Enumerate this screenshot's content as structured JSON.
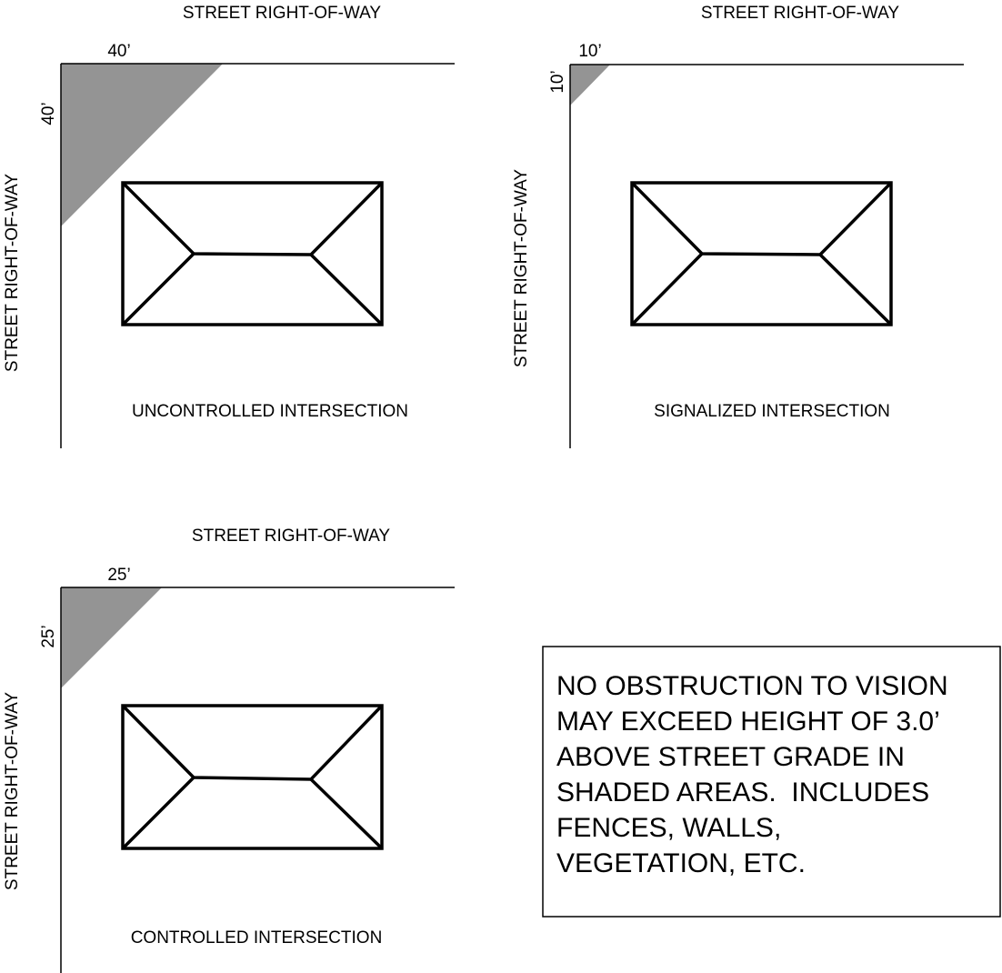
{
  "colors": {
    "shade": "#949494",
    "line": "#000000"
  },
  "panels": [
    {
      "street_top": "STREET RIGHT-OF-WAY",
      "street_side": "STREET RIGHT-OF-WAY",
      "dim_top": "40’",
      "dim_side": "40’",
      "caption": "UNCONTROLLED INTERSECTION",
      "sight_triangle_ft": 40
    },
    {
      "street_top": "STREET RIGHT-OF-WAY",
      "street_side": "STREET RIGHT-OF-WAY",
      "dim_top": "10’",
      "dim_side": "10’",
      "caption": "SIGNALIZED INTERSECTION",
      "sight_triangle_ft": 10
    },
    {
      "street_top": "STREET RIGHT-OF-WAY",
      "street_side": "STREET RIGHT-OF-WAY",
      "dim_top": "25’",
      "dim_side": "25’",
      "caption": "CONTROLLED INTERSECTION",
      "sight_triangle_ft": 25
    }
  ],
  "note": {
    "lines": [
      "NO OBSTRUCTION TO VISION",
      "MAY EXCEED HEIGHT OF 3.0’",
      "ABOVE STREET GRADE IN",
      "SHADED AREAS.  INCLUDES",
      "FENCES, WALLS,",
      "VEGETATION, ETC."
    ]
  }
}
